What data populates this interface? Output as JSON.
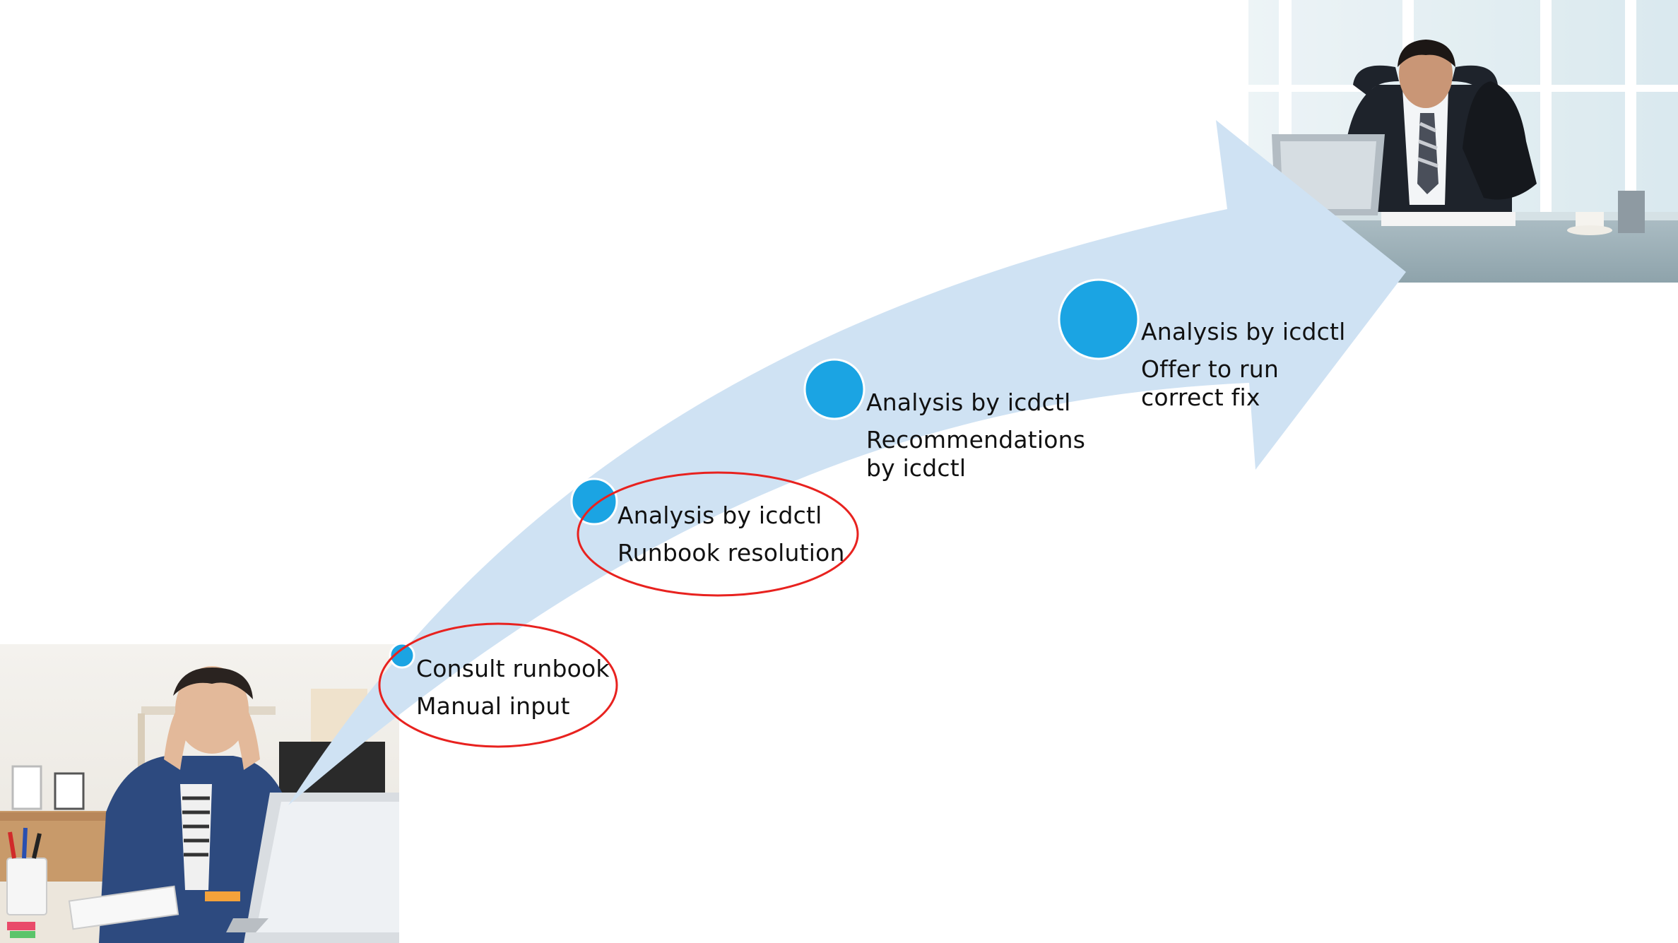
{
  "slide": {
    "arrow_color": "#cfe2f3",
    "marker_color": "#1ba4e3",
    "highlight_color": "#e8221f"
  },
  "illustrations": {
    "start_photo": "stressed-man-at-laptop",
    "end_photo": "relaxed-businessman-feet-on-desk"
  },
  "steps": [
    {
      "line1": "Consult runbook",
      "line2": "Manual input",
      "highlighted": true
    },
    {
      "line1": "Analysis by icdctl",
      "line2": "Runbook resolution",
      "highlighted": true
    },
    {
      "line1": "Analysis by icdctl",
      "line2": "Recommendations\nby icdctl",
      "highlighted": false
    },
    {
      "line1": "Analysis by icdctl",
      "line2": "Offer to run\ncorrect fix",
      "highlighted": false
    }
  ]
}
